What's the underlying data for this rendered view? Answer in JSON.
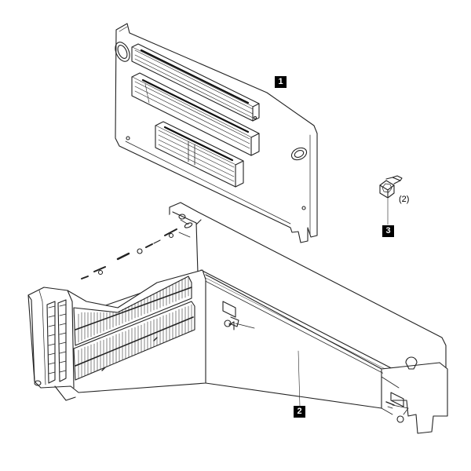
{
  "diagram": {
    "callouts": {
      "riser_card": "1",
      "riser_bracket": "2",
      "screw": "3"
    },
    "screw_quantity": "(2)"
  }
}
